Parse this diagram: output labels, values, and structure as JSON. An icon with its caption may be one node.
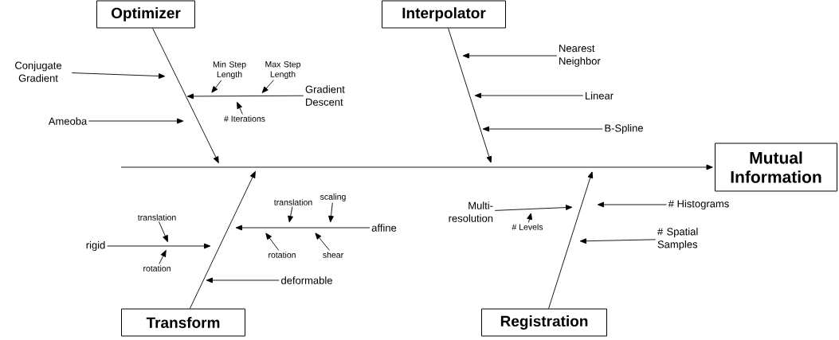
{
  "diagram": {
    "nodes": [
      {
        "text": [
          "Optimizer"
        ]
      },
      {
        "text": [
          "Interpolator"
        ]
      },
      {
        "text": [
          "Mutual Information"
        ]
      },
      {
        "text": [
          "Transform"
        ]
      },
      {
        "text": [
          "Registration"
        ]
      },
      {
        "text": [
          "Conjugate Gradient"
        ]
      },
      {
        "text": [
          "Min Step Length"
        ]
      },
      {
        "text": [
          "Max Step Length"
        ]
      },
      {
        "text": [
          "Gradient Descent"
        ]
      },
      {
        "text": [
          "Ameoba"
        ]
      },
      {
        "text": [
          "# Iterations"
        ]
      },
      {
        "text": [
          "Nearest Neighbor"
        ]
      },
      {
        "text": [
          "Linear"
        ]
      },
      {
        "text": [
          "B-Spline"
        ]
      },
      {
        "text": [
          "translation"
        ]
      },
      {
        "text": [
          "rigid"
        ]
      },
      {
        "text": [
          "rotation"
        ]
      },
      {
        "text": [
          "translation"
        ]
      },
      {
        "text": [
          "scaling"
        ]
      },
      {
        "text": [
          "affine"
        ]
      },
      {
        "text": [
          "rotation"
        ]
      },
      {
        "text": [
          "shear"
        ]
      },
      {
        "text": [
          "deformable"
        ]
      },
      {
        "text": [
          "Multi-resolution"
        ]
      },
      {
        "text": [
          "# Levels"
        ]
      },
      {
        "text": [
          "# Histograms"
        ]
      },
      {
        "text": [
          "# Spatial Samples"
        ]
      }
    ],
    "edges": [
      {
        "from": null,
        "to": 2,
        "arrow": "to"
      },
      {
        "from": 0,
        "to": null,
        "arrow": "to"
      },
      {
        "from": 1,
        "to": null,
        "arrow": "to"
      },
      {
        "from": 3,
        "to": null,
        "arrow": "to"
      },
      {
        "from": 4,
        "to": null,
        "arrow": "to"
      },
      {
        "from": 5,
        "to": null,
        "arrow": "to"
      },
      {
        "from": 6,
        "to": null,
        "arrow": "to"
      },
      {
        "from": 7,
        "to": null,
        "arrow": "to"
      },
      {
        "from": 8,
        "to": null,
        "arrow": "to"
      },
      {
        "from": 9,
        "to": null,
        "arrow": "to"
      },
      {
        "from": 10,
        "to": null,
        "arrow": "to"
      },
      {
        "from": 11,
        "to": null,
        "arrow": "to"
      },
      {
        "from": 12,
        "to": null,
        "arrow": "to"
      },
      {
        "from": 13,
        "to": null,
        "arrow": "to"
      },
      {
        "from": 14,
        "to": null,
        "arrow": "to"
      },
      {
        "from": 15,
        "to": null,
        "arrow": "to"
      },
      {
        "from": 16,
        "to": null,
        "arrow": "to"
      },
      {
        "from": 17,
        "to": null,
        "arrow": "to"
      },
      {
        "from": 18,
        "to": null,
        "arrow": "to"
      },
      {
        "from": 19,
        "to": null,
        "arrow": "to"
      },
      {
        "from": 20,
        "to": null,
        "arrow": "to"
      },
      {
        "from": 21,
        "to": null,
        "arrow": "to"
      },
      {
        "from": 22,
        "to": null,
        "arrow": "to"
      },
      {
        "from": 23,
        "to": null,
        "arrow": "to"
      },
      {
        "from": 24,
        "to": null,
        "arrow": "to"
      },
      {
        "from": 25,
        "to": null,
        "arrow": "to"
      },
      {
        "from": 26,
        "to": null,
        "arrow": "to"
      }
    ]
  }
}
